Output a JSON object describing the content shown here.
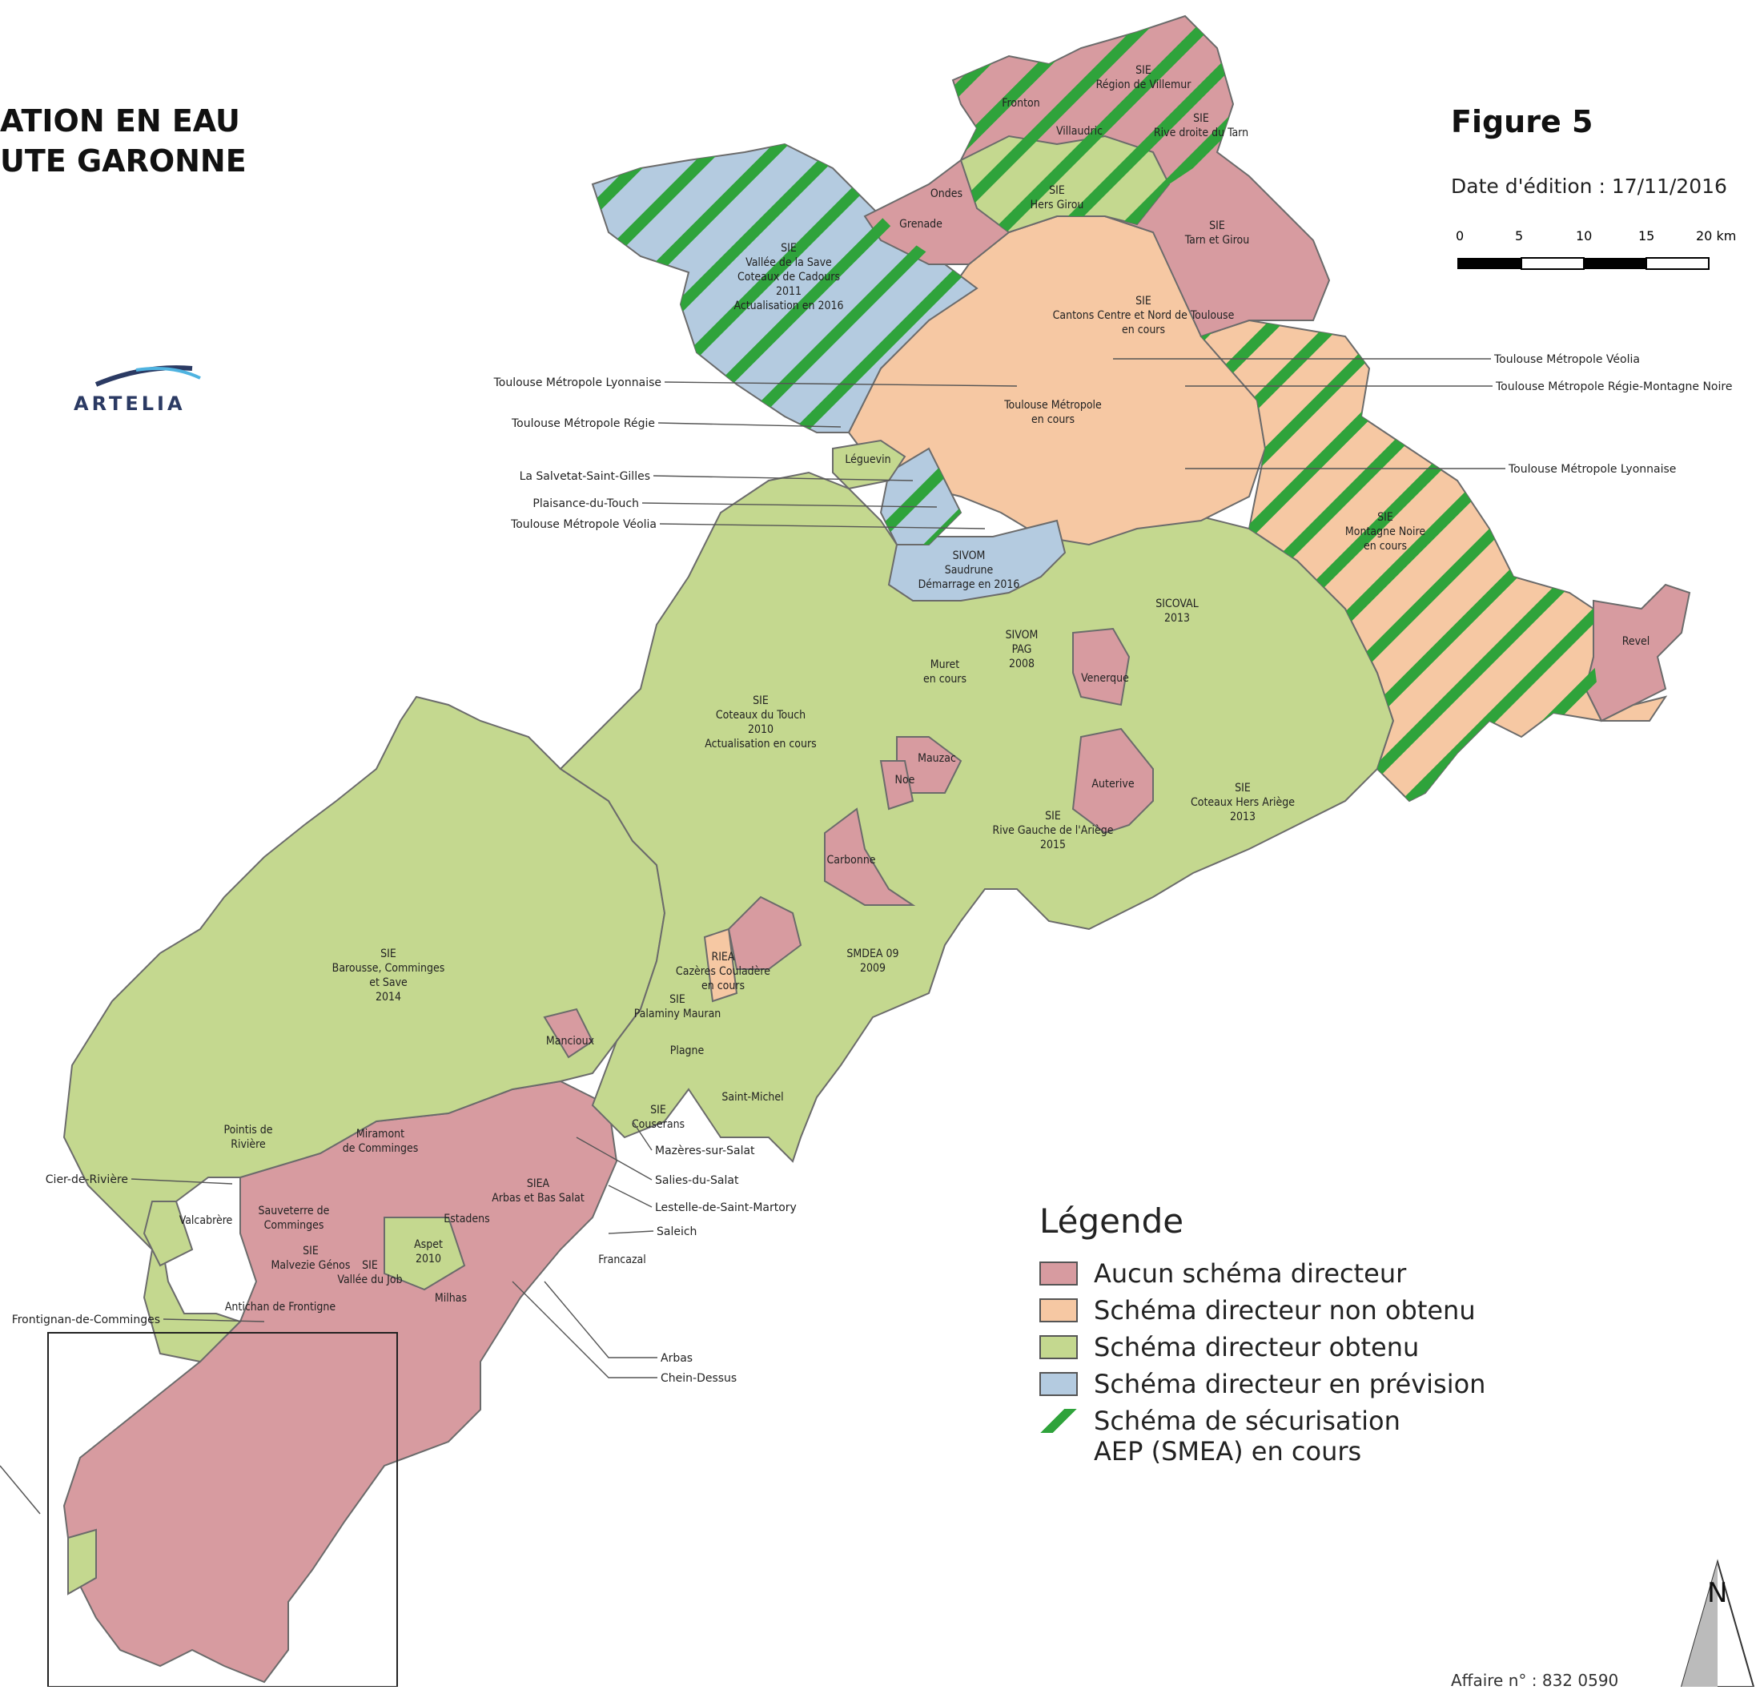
{
  "title": {
    "line1": "ATION EN EAU",
    "line2": "UTE GARONNE"
  },
  "figure_label": "Figure 5",
  "date_label": "Date d'édition : 17/11/2016",
  "scale": {
    "ticks": [
      "0",
      "5",
      "10",
      "15",
      "20 km"
    ]
  },
  "logo_text": "ARTELIA",
  "north_label": "N",
  "footer_text": "Affaire n° : 832 0590",
  "colors": {
    "aucun": "#d79ba0",
    "non_obtenu": "#f6c8a3",
    "obtenu": "#c4d88f",
    "prevision": "#b4cbe0",
    "securisation": "#2fa33b",
    "border": "#6b6b6b"
  },
  "legend": {
    "title": "Légende",
    "items": [
      {
        "label": "Aucun schéma directeur",
        "type": "aucun"
      },
      {
        "label": "Schéma directeur non obtenu",
        "type": "non_obtenu"
      },
      {
        "label": "Schéma directeur obtenu",
        "type": "obtenu"
      },
      {
        "label": "Schéma directeur en prévision",
        "type": "prevision"
      },
      {
        "label": "Schéma de sécurisation\nAEP (SMEA) en cours",
        "type": "securisation"
      }
    ]
  },
  "region_labels": [
    {
      "id": "sie-villemur",
      "lines": [
        "SIE",
        "Région de Villemur"
      ]
    },
    {
      "id": "fronton",
      "lines": [
        "Fronton"
      ]
    },
    {
      "id": "villaudric",
      "lines": [
        "Villaudric"
      ]
    },
    {
      "id": "sie-rive-droite",
      "lines": [
        "SIE",
        "Rive droite du Tarn"
      ]
    },
    {
      "id": "ondes",
      "lines": [
        "Ondes"
      ]
    },
    {
      "id": "sie-hers-girou",
      "lines": [
        "SIE",
        "Hers Girou"
      ]
    },
    {
      "id": "grenade",
      "lines": [
        "Grenade"
      ]
    },
    {
      "id": "sie-tarn-girou",
      "lines": [
        "SIE",
        "Tarn et Girou"
      ]
    },
    {
      "id": "sie-save",
      "lines": [
        "SIE",
        "Vallée de la Save",
        "Coteaux de Cadours",
        "2011",
        "Actualisation en 2016"
      ]
    },
    {
      "id": "sie-cantons",
      "lines": [
        "SIE",
        "Cantons Centre et Nord de Toulouse",
        "en cours"
      ]
    },
    {
      "id": "toulouse-metropole",
      "lines": [
        "Toulouse Métropole",
        "en cours"
      ]
    },
    {
      "id": "leguevin",
      "lines": [
        "Léguevin"
      ]
    },
    {
      "id": "sivom-saudrune",
      "lines": [
        "SIVOM",
        "Saudrune",
        "Démarrage en 2016"
      ]
    },
    {
      "id": "sie-montagne-noire",
      "lines": [
        "SIE",
        "Montagne Noire",
        "en cours"
      ]
    },
    {
      "id": "sicoval",
      "lines": [
        "SICOVAL",
        "2013"
      ]
    },
    {
      "id": "revel",
      "lines": [
        "Revel"
      ]
    },
    {
      "id": "sivom-pag",
      "lines": [
        "SIVOM",
        "PAG",
        "2008"
      ]
    },
    {
      "id": "muret",
      "lines": [
        "Muret",
        "en cours"
      ]
    },
    {
      "id": "venerque",
      "lines": [
        "Venerque"
      ]
    },
    {
      "id": "sie-coteaux-touch",
      "lines": [
        "SIE",
        "Coteaux du Touch",
        "2010",
        "Actualisation en cours"
      ]
    },
    {
      "id": "mauzac",
      "lines": [
        "Mauzac"
      ]
    },
    {
      "id": "noe",
      "lines": [
        "Noe"
      ]
    },
    {
      "id": "auterive",
      "lines": [
        "Auterive"
      ]
    },
    {
      "id": "sie-hers-ariege",
      "lines": [
        "SIE",
        "Coteaux Hers Ariège",
        "2013"
      ]
    },
    {
      "id": "sie-rive-gauche",
      "lines": [
        "SIE",
        "Rive Gauche de l'Ariège",
        "2015"
      ]
    },
    {
      "id": "carbonne",
      "lines": [
        "Carbonne"
      ]
    },
    {
      "id": "smdea",
      "lines": [
        "SMDEA 09",
        "2009"
      ]
    },
    {
      "id": "riea",
      "lines": [
        "RIEA",
        "Cazères Couladère",
        "en cours"
      ]
    },
    {
      "id": "sie-palaminy",
      "lines": [
        "SIE",
        "Palaminy Mauran"
      ]
    },
    {
      "id": "sie-barousse",
      "lines": [
        "SIE",
        "Barousse, Comminges",
        "et Save",
        "2014"
      ]
    },
    {
      "id": "mancioux",
      "lines": [
        "Mancioux"
      ]
    },
    {
      "id": "plagne",
      "lines": [
        "Plagne"
      ]
    },
    {
      "id": "saint-michel",
      "lines": [
        "Saint-Michel"
      ]
    },
    {
      "id": "sie-couserans",
      "lines": [
        "SIE",
        "Couserans"
      ]
    },
    {
      "id": "pointis",
      "lines": [
        "Pointis de",
        "Rivière"
      ]
    },
    {
      "id": "miramont",
      "lines": [
        "Miramont",
        "de Comminges"
      ]
    },
    {
      "id": "siea-arbas",
      "lines": [
        "SIEA",
        "Arbas et Bas Salat"
      ]
    },
    {
      "id": "valcabrere",
      "lines": [
        "Valcabrère"
      ]
    },
    {
      "id": "sauveterre",
      "lines": [
        "Sauveterre de",
        "Comminges"
      ]
    },
    {
      "id": "estadens",
      "lines": [
        "Estadens"
      ]
    },
    {
      "id": "aspet",
      "lines": [
        "Aspet",
        "2010"
      ]
    },
    {
      "id": "sie-malvezie",
      "lines": [
        "SIE",
        "Malvezie Génos"
      ]
    },
    {
      "id": "sie-job",
      "lines": [
        "SIE",
        "Vallée du Job"
      ]
    },
    {
      "id": "francazal",
      "lines": [
        "Francazal"
      ]
    },
    {
      "id": "milhas",
      "lines": [
        "Milhas"
      ]
    },
    {
      "id": "antichan",
      "lines": [
        "Antichan de Frontigne"
      ]
    }
  ],
  "callouts": [
    {
      "id": "tm-lyonnaise-w",
      "text": "Toulouse Métropole Lyonnaise"
    },
    {
      "id": "tm-regie-w",
      "text": "Toulouse Métropole Régie"
    },
    {
      "id": "salvetat",
      "text": "La Salvetat-Saint-Gilles"
    },
    {
      "id": "plaisance",
      "text": "Plaisance-du-Touch"
    },
    {
      "id": "tm-veolia-w",
      "text": "Toulouse Métropole Véolia"
    },
    {
      "id": "tm-veolia-e",
      "text": "Toulouse Métropole Véolia"
    },
    {
      "id": "tm-regie-mn-e",
      "text": "Toulouse Métropole Régie-Montagne Noire"
    },
    {
      "id": "tm-lyonnaise-e",
      "text": "Toulouse Métropole Lyonnaise"
    },
    {
      "id": "mazeres",
      "text": "Mazères-sur-Salat"
    },
    {
      "id": "salies",
      "text": "Salies-du-Salat"
    },
    {
      "id": "lestelle",
      "text": "Lestelle-de-Saint-Martory"
    },
    {
      "id": "saleich",
      "text": "Saleich"
    },
    {
      "id": "arbas",
      "text": "Arbas"
    },
    {
      "id": "chein",
      "text": "Chein-Dessus"
    },
    {
      "id": "cier",
      "text": "Cier-de-Rivière"
    },
    {
      "id": "frontignan",
      "text": "Frontignan-de-Comminges"
    }
  ]
}
